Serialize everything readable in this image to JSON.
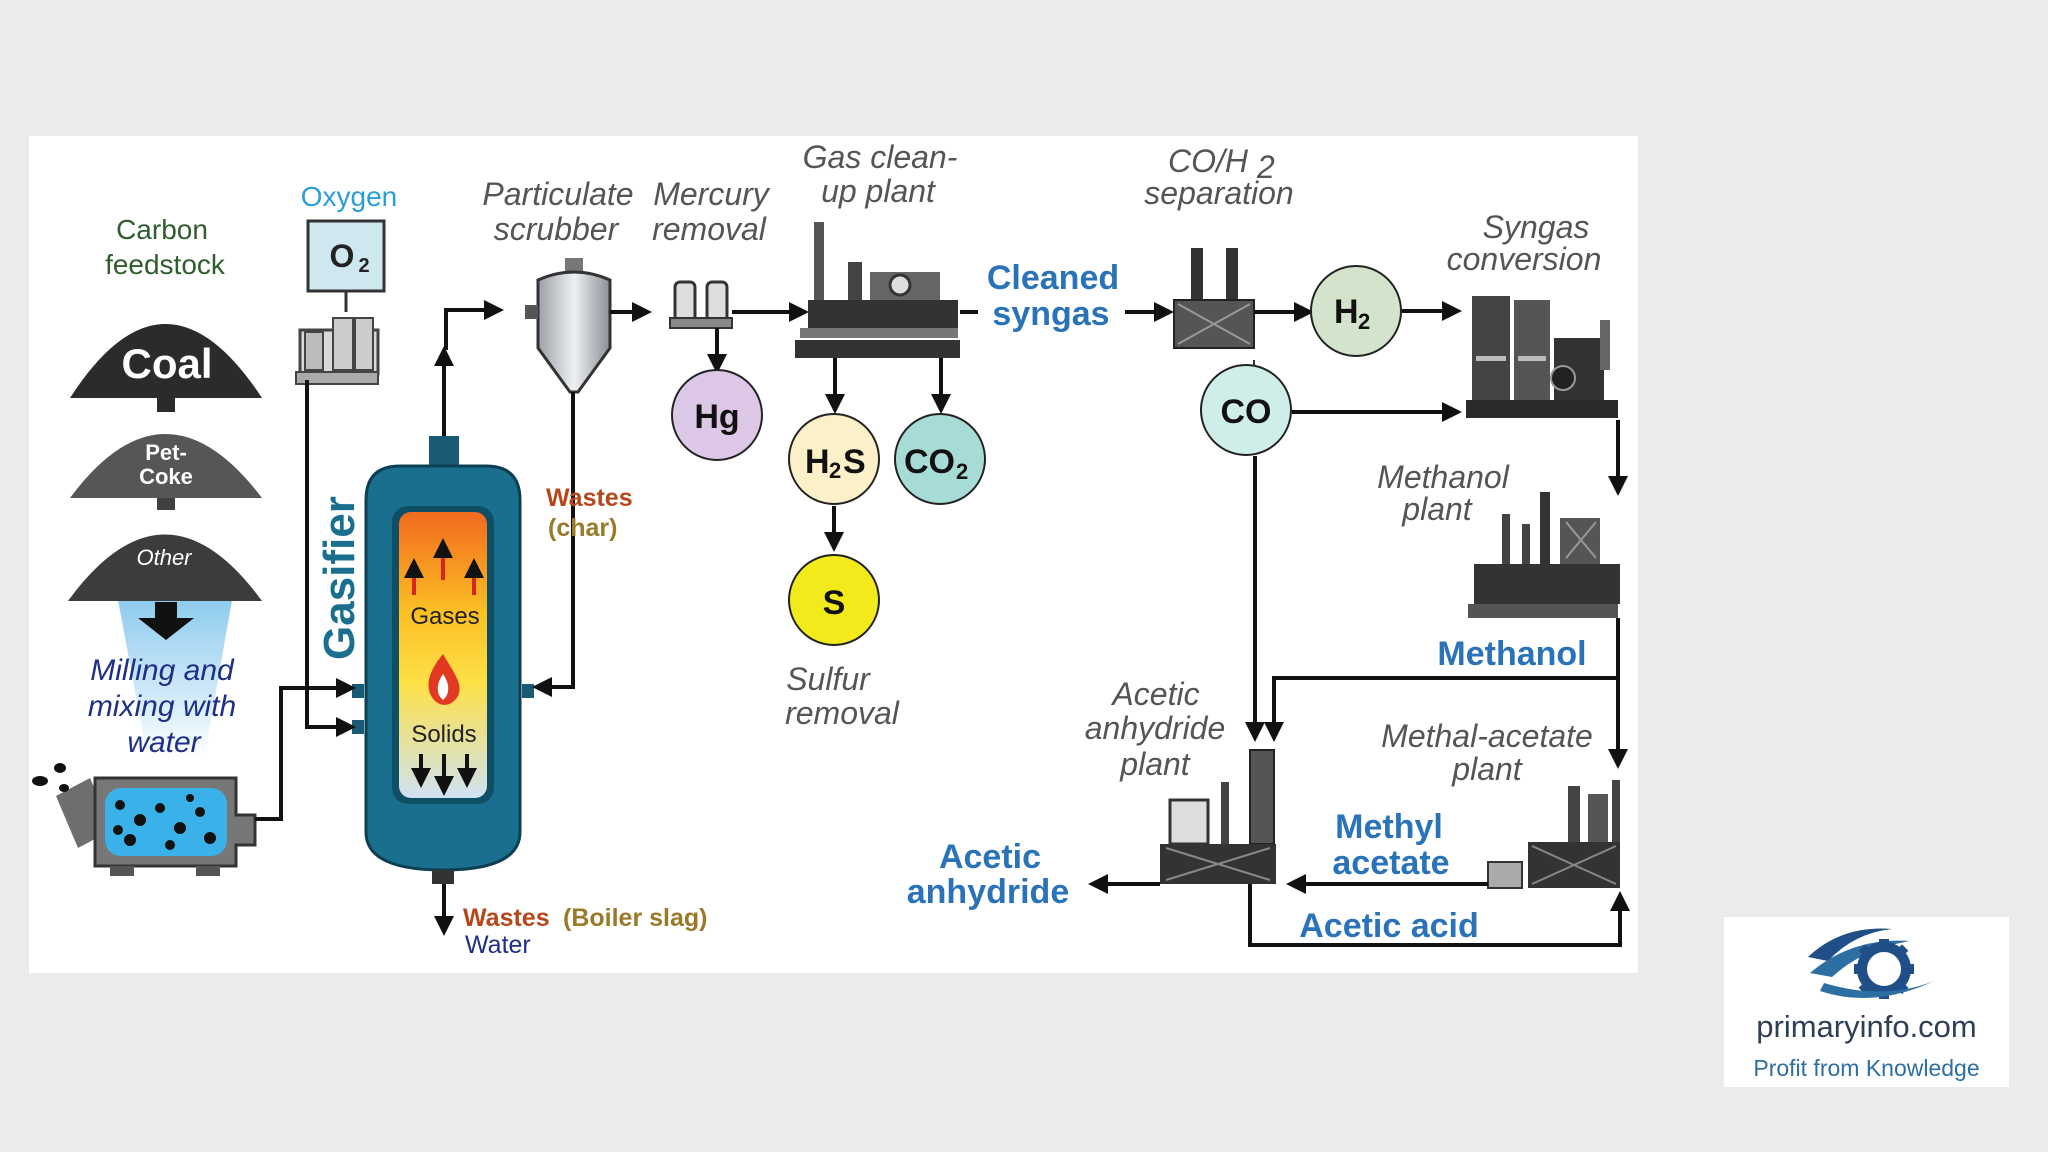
{
  "labels": {
    "carbon_feedstock_1": "Carbon",
    "carbon_feedstock_2": "feedstock",
    "oxygen": "Oxygen",
    "o2_a": "O",
    "o2_b": "2",
    "coal": "Coal",
    "petcoke_1": "Pet-",
    "petcoke_2": "Coke",
    "other": "Other",
    "milling_1": "Milling and",
    "milling_2": "mixing with",
    "milling_3": "water",
    "gasifier": "Gasifier",
    "gases": "Gases",
    "solids": "Solids",
    "particulate_1": "Particulate",
    "particulate_2": "scrubber",
    "mercury_1": "Mercury",
    "mercury_2": "removal",
    "cleanup_1": "Gas clean-",
    "cleanup_2": "up plant",
    "wastes_char_1": "Wastes",
    "wastes_char_2": "(char)",
    "hg": "Hg",
    "h2s_a": "H",
    "h2s_b": "2",
    "h2s_c": "S",
    "co2_a": "CO",
    "co2_b": "2",
    "s": "S",
    "sulfur_1": "Sulfur",
    "sulfur_2": "removal",
    "cleaned_1": "Cleaned",
    "cleaned_2": "syngas",
    "coh2_a": "CO/H",
    "coh2_b": "2",
    "coh2_c": "separation",
    "h2_a": "H",
    "h2_b": "2",
    "co": "CO",
    "syngas_conv_1": "Syngas",
    "syngas_conv_2": "conversion",
    "methanol_plant_1": "Methanol",
    "methanol_plant_2": "plant",
    "methanol": "Methanol",
    "acetic_plant_1": "Acetic",
    "acetic_plant_2": "anhydride",
    "acetic_plant_3": "plant",
    "methal_plant_1": "Methal-acetate",
    "methal_plant_2": "plant",
    "methyl_1": "Methyl",
    "methyl_2": "acetate",
    "acetic_anh_1": "Acetic",
    "acetic_anh_2": "anhydride",
    "acetic_acid": "Acetic acid",
    "wastes_slag_1": "Wastes",
    "wastes_slag_2": "(Boiler slag)",
    "water": "Water"
  },
  "logo": {
    "name": "primaryinfo.com",
    "tagline": "Profit from Knowledge"
  },
  "colors": {
    "blue_text": "#2a73b8",
    "green_text": "#2e5d2e",
    "gasifier_body": "#1b6f8e",
    "waste_red": "#b5471a",
    "waste_gold": "#9a7a2a",
    "hg_circle": "#dcc8e6",
    "h2s_circle": "#fbf0c8",
    "co2_circle": "#a7dbd6",
    "s_circle": "#f2ea1b",
    "h2_circle": "#d4e4cc",
    "co_circle": "#cfeeea"
  }
}
